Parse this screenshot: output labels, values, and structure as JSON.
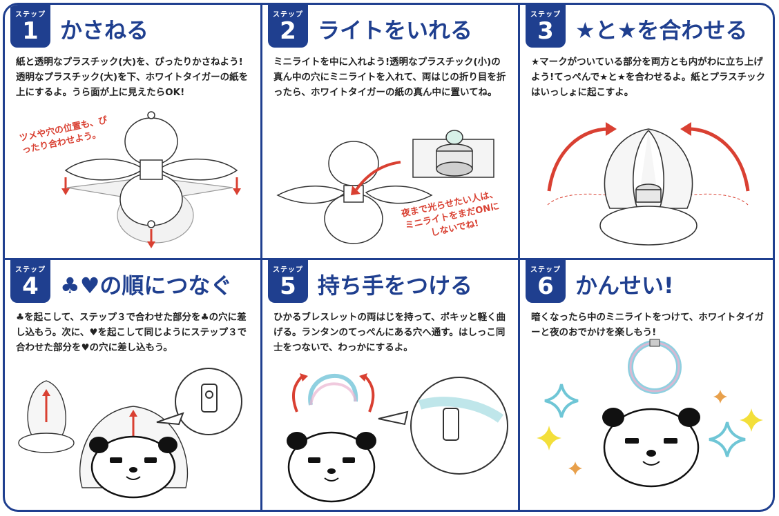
{
  "step_label": "ステップ",
  "steps": [
    {
      "number": "1",
      "title": "かさねる",
      "desc": "紙と透明なプラスチック(大)を、ぴったりかさねよう!透明なプラスチック(大)を下、ホワイトタイガーの紙を上にするよ。うら面が上に見えたらOK!",
      "note": "ツメや穴の位置も、ぴったり合わせよう。"
    },
    {
      "number": "2",
      "title": "ライトをいれる",
      "desc": "ミニライトを中に入れよう!透明なプラスチック(小)の真ん中の穴にミニライトを入れて、両はじの折り目を折ったら、ホワイトタイガーの紙の真ん中に置いてね。",
      "note": "夜まで光らせたい人は、ミニライトをまだONにしないでね!"
    },
    {
      "number": "3",
      "title": "★と★を合わせる",
      "desc": "★マークがついている部分を両方とも内がわに立ち上げよう!てっぺんで★と★を合わせるよ。紙とプラスチックはいっしょに起こすよ。"
    },
    {
      "number": "4",
      "title": "♣♥の順につなぐ",
      "desc": "♣を起こして、ステップ３で合わせた部分を♣の穴に差し込もう。次に、♥を起こして同じようにステップ３で合わせた部分を♥の穴に差し込もう。"
    },
    {
      "number": "5",
      "title": "持ち手をつける",
      "desc": "ひかるブレスレットの両はじを持って、ポキッと軽く曲げる。ランタンのてっぺんにある穴へ通す。はしっこ同士をつないで、わっかにするよ。"
    },
    {
      "number": "6",
      "title": "かんせい!",
      "desc": "暗くなったら中のミニライトをつけて、ホワイトタイガーと夜のおでかけを楽しもう!"
    }
  ],
  "colors": {
    "frame": "#1f3f8f",
    "arrow": "#d94032",
    "text": "#222222",
    "sparkle_blue": "#6fc6d6",
    "sparkle_yellow": "#f3df3a",
    "sparkle_orange": "#e8a04b"
  },
  "icons": [
    "paper-layout-illustration",
    "mini-light-icon",
    "lantern-illustration",
    "tiger-face-icon",
    "bracelet-ring-icon",
    "sparkle-icon"
  ]
}
